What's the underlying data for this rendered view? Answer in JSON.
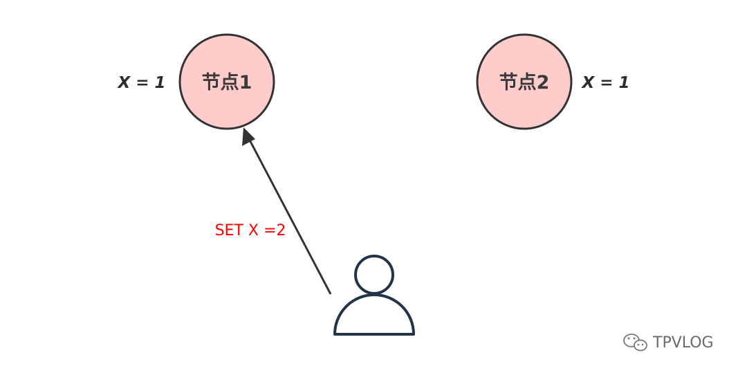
{
  "colors": {
    "node_fill": "#ffcccc",
    "node_stroke": "#333333",
    "arrow": "#333333",
    "command_text": "#ff0000",
    "user_icon_stroke": "#23344a"
  },
  "nodes": [
    {
      "label": "节点1",
      "value_label": "X = 1"
    },
    {
      "label": "节点2",
      "value_label": "X = 1"
    }
  ],
  "command": {
    "label": "SET X =2"
  },
  "user": {
    "icon": "user-icon"
  },
  "watermark": {
    "icon": "wechat-icon",
    "text": "TPVLOG"
  }
}
